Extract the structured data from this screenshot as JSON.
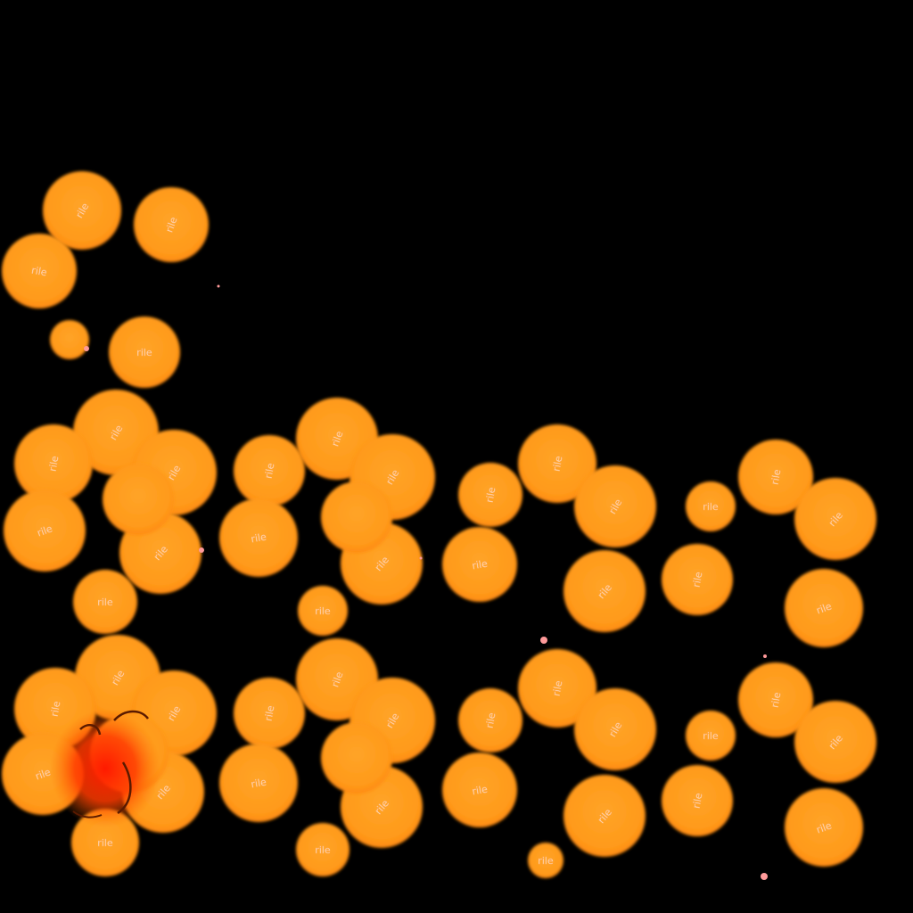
{
  "sprite_sheet": {
    "background_color": "#000000",
    "blob_color": "#ff9a1a",
    "blob_edge_color": "#ff8a10",
    "hot_color": "#ff2a00",
    "scorch_color": "#5a1a00",
    "spark_color": "#ff9a9a",
    "label_text": "rile",
    "groups": [
      {
        "id": "fragment-top-left",
        "icon": "explosion-fragment-sprite"
      },
      {
        "id": "frame-row1-1",
        "icon": "explosion-frame-sprite"
      },
      {
        "id": "frame-row1-2",
        "icon": "explosion-frame-sprite"
      },
      {
        "id": "frame-row1-3",
        "icon": "explosion-frame-sprite"
      },
      {
        "id": "frame-row1-4",
        "icon": "explosion-frame-sprite"
      },
      {
        "id": "frame-row2-1",
        "icon": "explosion-frame-hot-sprite"
      },
      {
        "id": "frame-row2-2",
        "icon": "explosion-frame-sprite"
      },
      {
        "id": "frame-row2-3",
        "icon": "explosion-frame-sprite"
      },
      {
        "id": "frame-row2-4",
        "icon": "explosion-frame-sprite"
      }
    ]
  }
}
